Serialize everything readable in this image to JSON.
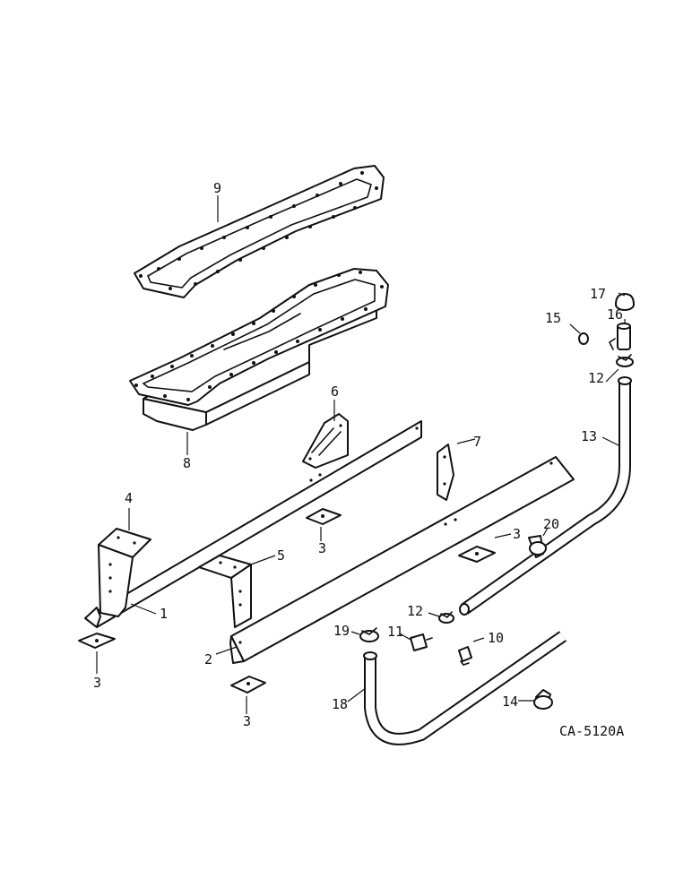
{
  "diagram": {
    "reference_code": "CA-5120A",
    "callouts": [
      {
        "id": "c1",
        "label": "1"
      },
      {
        "id": "c2",
        "label": "2"
      },
      {
        "id": "c3a",
        "label": "3"
      },
      {
        "id": "c3b",
        "label": "3"
      },
      {
        "id": "c3c",
        "label": "3"
      },
      {
        "id": "c3d",
        "label": "3"
      },
      {
        "id": "c4",
        "label": "4"
      },
      {
        "id": "c5",
        "label": "5"
      },
      {
        "id": "c6",
        "label": "6"
      },
      {
        "id": "c7",
        "label": "7"
      },
      {
        "id": "c8",
        "label": "8"
      },
      {
        "id": "c9",
        "label": "9"
      },
      {
        "id": "c10",
        "label": "10"
      },
      {
        "id": "c11",
        "label": "11"
      },
      {
        "id": "c12a",
        "label": "12"
      },
      {
        "id": "c12b",
        "label": "12"
      },
      {
        "id": "c13",
        "label": "13"
      },
      {
        "id": "c14",
        "label": "14"
      },
      {
        "id": "c15",
        "label": "15"
      },
      {
        "id": "c16",
        "label": "16"
      },
      {
        "id": "c17",
        "label": "17"
      },
      {
        "id": "c18",
        "label": "18"
      },
      {
        "id": "c19",
        "label": "19"
      },
      {
        "id": "c20",
        "label": "20"
      }
    ]
  }
}
